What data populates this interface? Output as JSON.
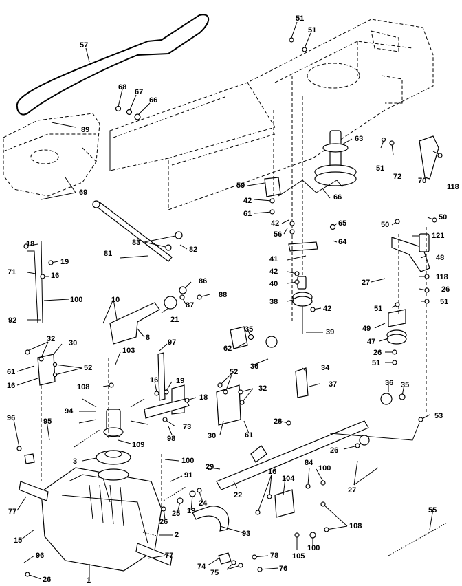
{
  "labels": [
    "57",
    "51",
    "51",
    "68",
    "67",
    "66",
    "89",
    "63",
    "51",
    "72",
    "70",
    "118",
    "69",
    "59",
    "42",
    "61",
    "66",
    "42",
    "56",
    "65",
    "64",
    "50",
    "50",
    "121",
    "48",
    "18",
    "19",
    "71",
    "16",
    "83",
    "82",
    "81",
    "86",
    "88",
    "87",
    "21",
    "41",
    "42",
    "40",
    "38",
    "42",
    "39",
    "27",
    "118",
    "26",
    "51",
    "51",
    "49",
    "47",
    "26",
    "51",
    "100",
    "92",
    "10",
    "8",
    "97",
    "35",
    "62",
    "36",
    "32",
    "30",
    "52",
    "61",
    "16",
    "103",
    "108",
    "16",
    "19",
    "18",
    "34",
    "37",
    "52",
    "32",
    "94",
    "73",
    "98",
    "30",
    "61",
    "36",
    "35",
    "53",
    "96",
    "95",
    "109",
    "3",
    "28",
    "26",
    "100",
    "29",
    "84",
    "100",
    "91",
    "77",
    "22",
    "16",
    "104",
    "27",
    "108",
    "25",
    "19",
    "24",
    "26",
    "2",
    "93",
    "55",
    "15",
    "96",
    "77",
    "78",
    "76",
    "74",
    "75",
    "105",
    "100",
    "26",
    "1"
  ]
}
